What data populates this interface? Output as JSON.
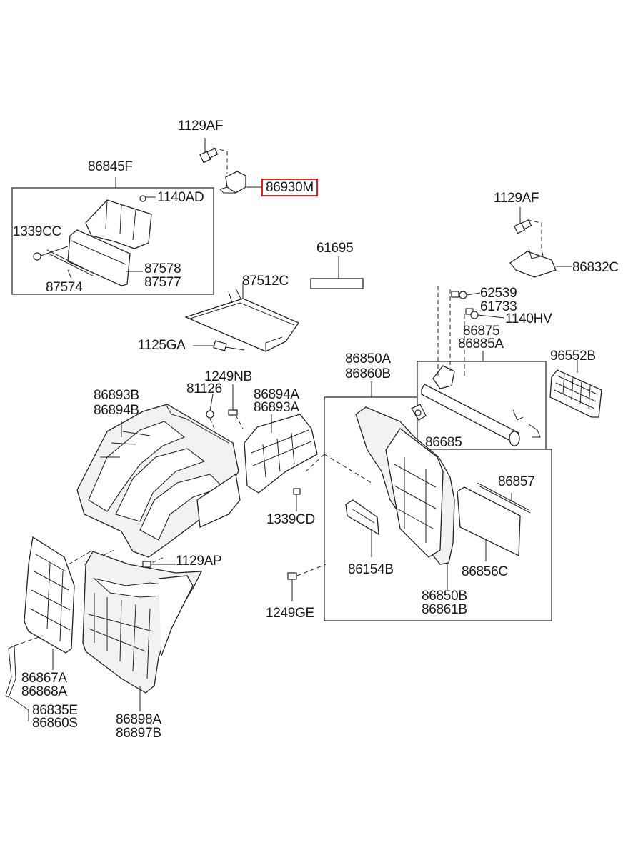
{
  "labels": {
    "l1129AF_top": "1129AF",
    "l86930M": "86930M",
    "l86845F": "86845F",
    "l1140AD": "1140AD",
    "l1339CC": "1339CC",
    "l87578": "87578",
    "l87577": "87577",
    "l87574": "87574",
    "l61695": "61695",
    "l87512C": "87512C",
    "l1125GA": "1125GA",
    "l1129AF_right": "1129AF",
    "l86832C": "86832C",
    "l62539": "62539",
    "l61733": "61733",
    "l1140HV": "1140HV",
    "l86875": "86875",
    "l86885A": "86885A",
    "l96552B": "96552B",
    "l86850A": "86850A",
    "l86860B": "86860B",
    "l1249NB": "1249NB",
    "l81126": "81126",
    "l86894A": "86894A",
    "l86893A": "86893A",
    "l86893B": "86893B",
    "l86894B": "86894B",
    "l86685": "86685",
    "l86857": "86857",
    "l1339CD": "1339CD",
    "l1129AP": "1129AP",
    "l86154B": "86154B",
    "l86856C": "86856C",
    "l86850B": "86850B",
    "l86861B": "86861B",
    "l1249GE": "1249GE",
    "l86867A": "86867A",
    "l86868A": "86868A",
    "l86835E": "86835E",
    "l86860S": "86860S",
    "l86898A": "86898A",
    "l86897B": "86897B"
  },
  "highlight_color": "#e02020"
}
